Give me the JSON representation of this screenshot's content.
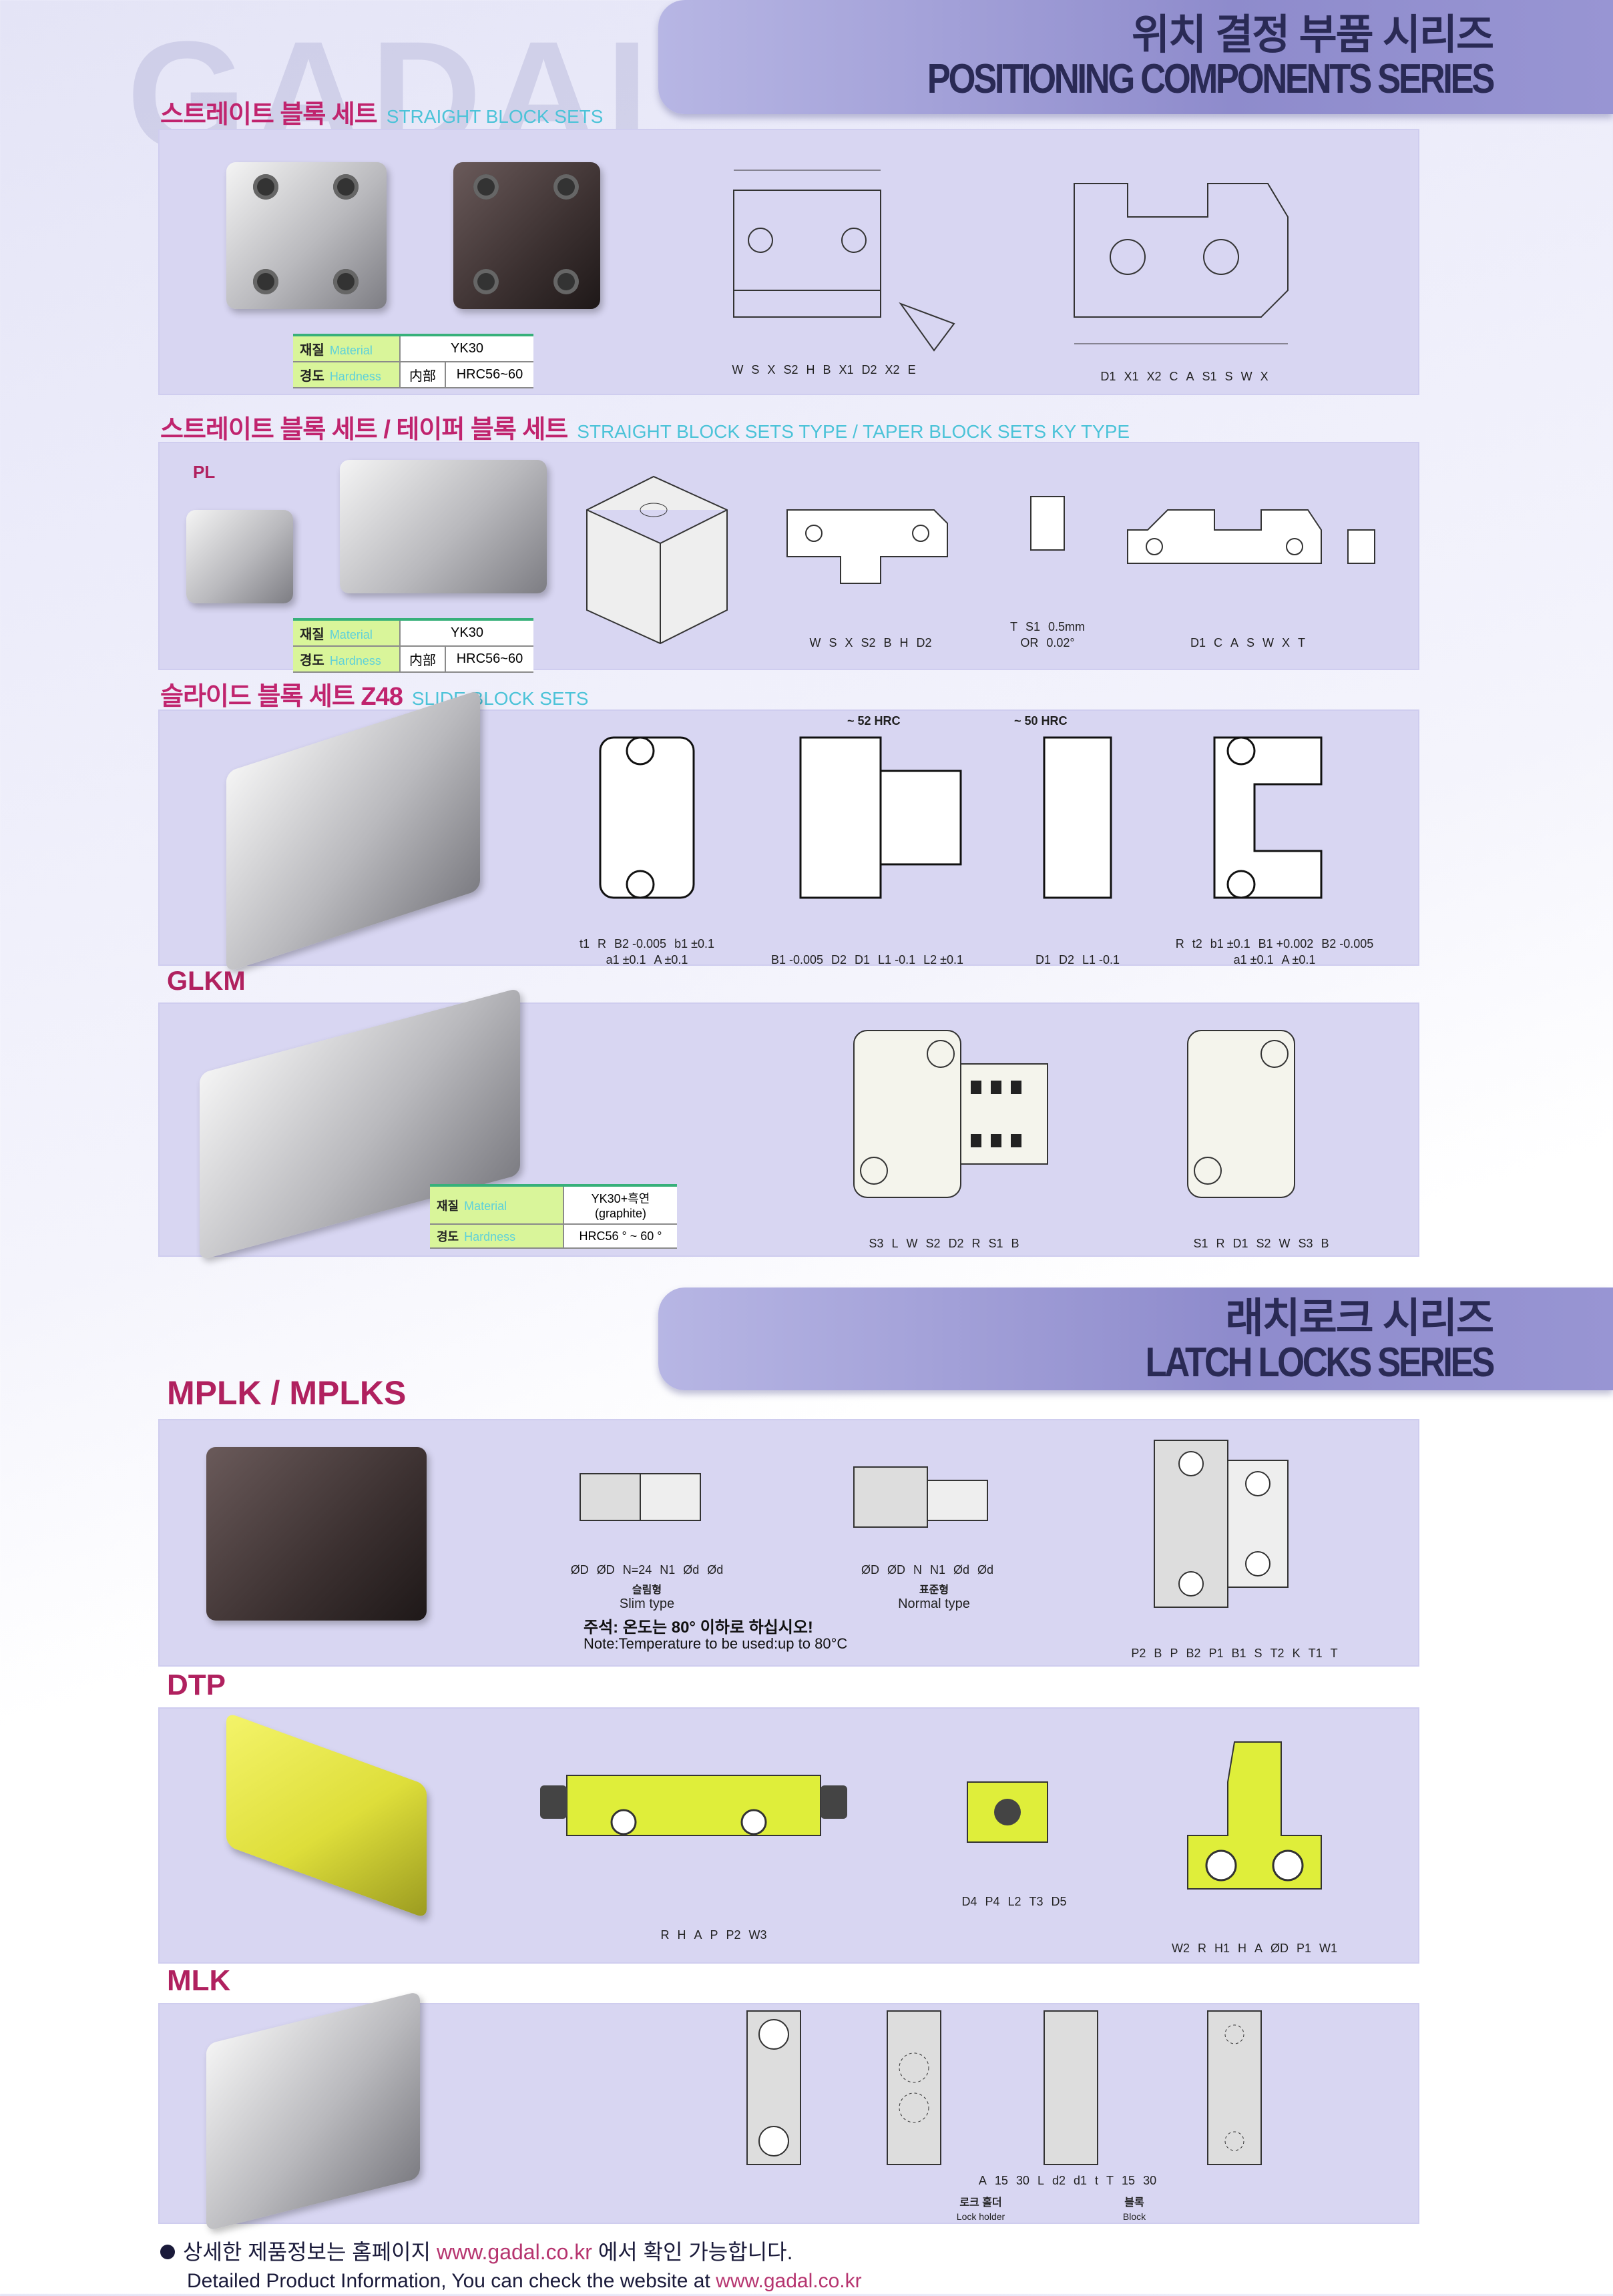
{
  "watermark": "GADAL",
  "banners": {
    "positioning": {
      "ko": "위치 결정 부품 시리즈",
      "en": "POSITIONING COMPONENTS SERIES"
    },
    "latch": {
      "ko": "래치로크 시리즈",
      "en": "LATCH LOCKS SERIES"
    }
  },
  "sections": {
    "straight": {
      "ko": "스트레이트 블록 세트",
      "en": "STRAIGHT BLOCK SETS",
      "spec": {
        "material_ko": "재질",
        "material_en": "Material",
        "material": "YK30",
        "hardness_ko": "경도",
        "hardness_en": "Hardness",
        "inner": "内部",
        "hardness": "HRC56~60"
      },
      "labels1": [
        "W",
        "S",
        "X",
        "S2",
        "H",
        "B",
        "X1",
        "D2",
        "X2",
        "E"
      ],
      "labels2": [
        "D1",
        "X1",
        "X2",
        "C",
        "A",
        "S1",
        "S",
        "W",
        "X"
      ]
    },
    "taper": {
      "ko": "스트레이트 블록 세트 / 테이퍼 블록 세트",
      "en": "STRAIGHT BLOCK SETS TYPE / TAPER BLOCK SETS KY TYPE",
      "pl": "PL",
      "spec": {
        "material_ko": "재질",
        "material_en": "Material",
        "material": "YK30",
        "hardness_ko": "경도",
        "hardness_en": "Hardness",
        "inner": "内部",
        "hardness": "HRC56~60"
      },
      "labels1": [
        "W",
        "S",
        "X",
        "S2",
        "B",
        "H",
        "D2"
      ],
      "labels2": [
        "T",
        "S1",
        "0.5mm",
        "OR",
        "0.02°"
      ],
      "labels3": [
        "D1",
        "C",
        "A",
        "S",
        "W",
        "X",
        "T"
      ]
    },
    "slide": {
      "ko": "슬라이드 블록 세트 Z48",
      "en": "SLIDE BLOCK SETS",
      "hrc1": "~ 52 HRC",
      "hrc2": "~ 50 HRC",
      "labels1": [
        "t1",
        "R",
        "B2 -0.005",
        "b1 ±0.1",
        "a1 ±0.1",
        "A ±0.1"
      ],
      "labels2": [
        "B1 -0.005",
        "D2",
        "D1",
        "L1 -0.1",
        "L2 ±0.1"
      ],
      "labels3": [
        "D1",
        "D2",
        "L1 -0.1"
      ],
      "labels4": [
        "R",
        "t2",
        "b1 ±0.1",
        "B1 +0.002",
        "B2 -0.005",
        "a1 ±0.1",
        "A ±0.1"
      ]
    },
    "glkm": {
      "title": "GLKM",
      "spec": {
        "material_ko": "재질",
        "material_en": "Material",
        "material": "YK30+흑연(graphite)",
        "hardness_ko": "경도",
        "hardness_en": "Hardness",
        "hardness": "HRC56 ° ~ 60 °"
      },
      "labels1": [
        "S3",
        "L",
        "W",
        "S2",
        "D2",
        "R",
        "S1",
        "B"
      ],
      "labels2": [
        "S1",
        "R",
        "D1",
        "S2",
        "W",
        "S3",
        "B"
      ]
    },
    "mplk": {
      "title": "MPLK / MPLKS",
      "slim_ko": "슬림형",
      "slim_en": "Slim type",
      "normal_ko": "표준형",
      "normal_en": "Normal type",
      "note_ko": "주석: 온도는 80° 이하로 하십시오!",
      "note_en": "Note:Temperature to be used:up to 80°C",
      "labels1": [
        "ØD",
        "ØD",
        "N=24",
        "N1",
        "Ød",
        "Ød"
      ],
      "labels2": [
        "ØD",
        "ØD",
        "N",
        "N1",
        "Ød",
        "Ød"
      ],
      "labels3": [
        "P2",
        "B",
        "P",
        "B2",
        "P1",
        "B1",
        "S",
        "T2",
        "K",
        "T1",
        "T"
      ]
    },
    "dtp": {
      "title": "DTP",
      "labels1": [
        "R",
        "H",
        "A",
        "P",
        "P2",
        "W3"
      ],
      "labels2": [
        "D4",
        "P4",
        "L2",
        "T3",
        "D5"
      ],
      "labels3": [
        "W2",
        "R",
        "H1",
        "H",
        "A",
        "ØD",
        "P1",
        "W1"
      ]
    },
    "mlk": {
      "title": "MLK",
      "holder_ko": "로크 홀더",
      "holder_en": "Lock holder",
      "block_ko": "블록",
      "block_en": "Block",
      "labels": [
        "A",
        "15",
        "30",
        "L",
        "d2",
        "d1",
        "t",
        "T",
        "15",
        "30"
      ]
    }
  },
  "footer": {
    "bullet_ko_pre": "상세한 제품정보는 홈페이지",
    "url": "www.gadal.co.kr",
    "bullet_ko_post": "에서 확인 가능합니다.",
    "en_pre": "Detailed Product Information, You can check the website at"
  },
  "colors": {
    "title": "#c0246e",
    "subtitle": "#4cc3d8",
    "panel": "#d8d6f2",
    "banner": "#8e8bcc",
    "accent_yellow": "#dede3a"
  }
}
